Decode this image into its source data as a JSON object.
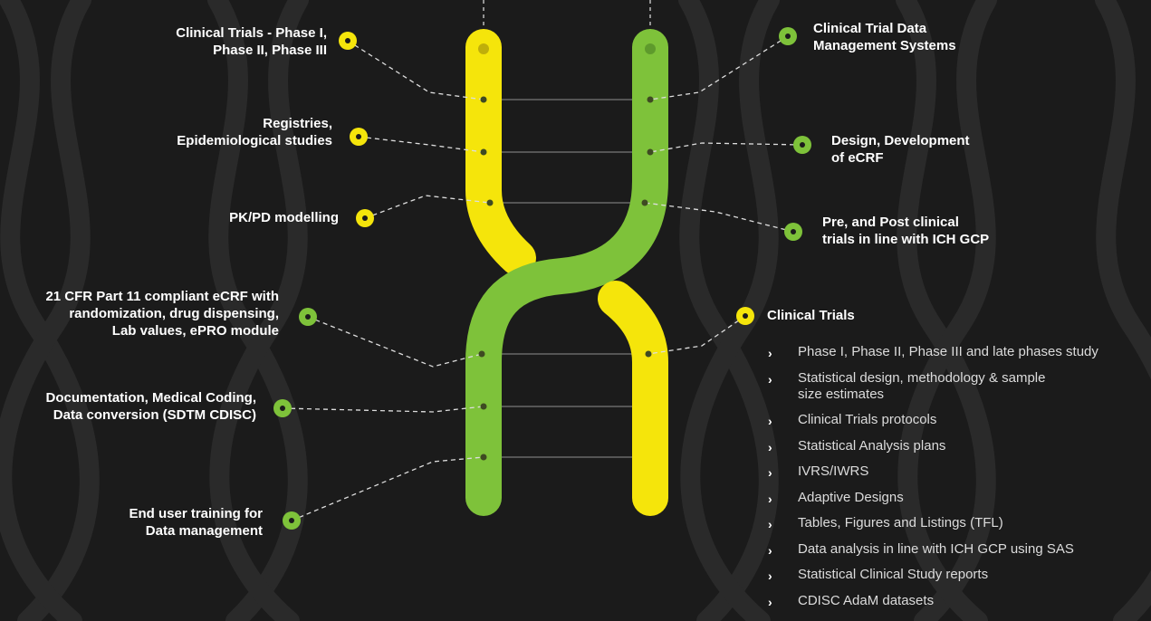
{
  "colors": {
    "yellow": "#f5e50b",
    "green": "#7ec23a",
    "background": "#1b1b1b",
    "rung": "#555555"
  },
  "left_labels": [
    {
      "text": "Clinical Trials - Phase I,\nPhase II, Phase III",
      "dot": "yellow"
    },
    {
      "text": "Registries,\nEpidemiological studies",
      "dot": "yellow"
    },
    {
      "text": "PK/PD modelling",
      "dot": "yellow"
    },
    {
      "text": "21 CFR Part 11 compliant eCRF with\nrandomization, drug dispensing,\nLab values, ePRO module",
      "dot": "green"
    },
    {
      "text": "Documentation, Medical Coding,\nData conversion (SDTM CDISC)",
      "dot": "green"
    },
    {
      "text": "End user training for\nData management",
      "dot": "green"
    }
  ],
  "right_labels": [
    {
      "text": "Clinical Trial Data\nManagement Systems",
      "dot": "green"
    },
    {
      "text": "Design, Development\nof eCRF",
      "dot": "green"
    },
    {
      "text": "Pre, and Post clinical\ntrials in line with ICH GCP",
      "dot": "green"
    },
    {
      "text": "Clinical Trials",
      "dot": "yellow"
    }
  ],
  "clinical_trials_items": [
    "Phase I, Phase II, Phase III and late phases study",
    "Statistical design, methodology & sample\nsize estimates",
    "Clinical Trials protocols",
    "Statistical Analysis plans",
    "IVRS/IWRS",
    "Adaptive Designs",
    "Tables, Figures and Listings (TFL)",
    "Data analysis in line with ICH GCP using SAS",
    "Statistical Clinical Study reports",
    "CDISC AdaM datasets"
  ],
  "icons": {
    "bullet": "chevron-right-icon",
    "marker": "ring-dot-icon"
  }
}
